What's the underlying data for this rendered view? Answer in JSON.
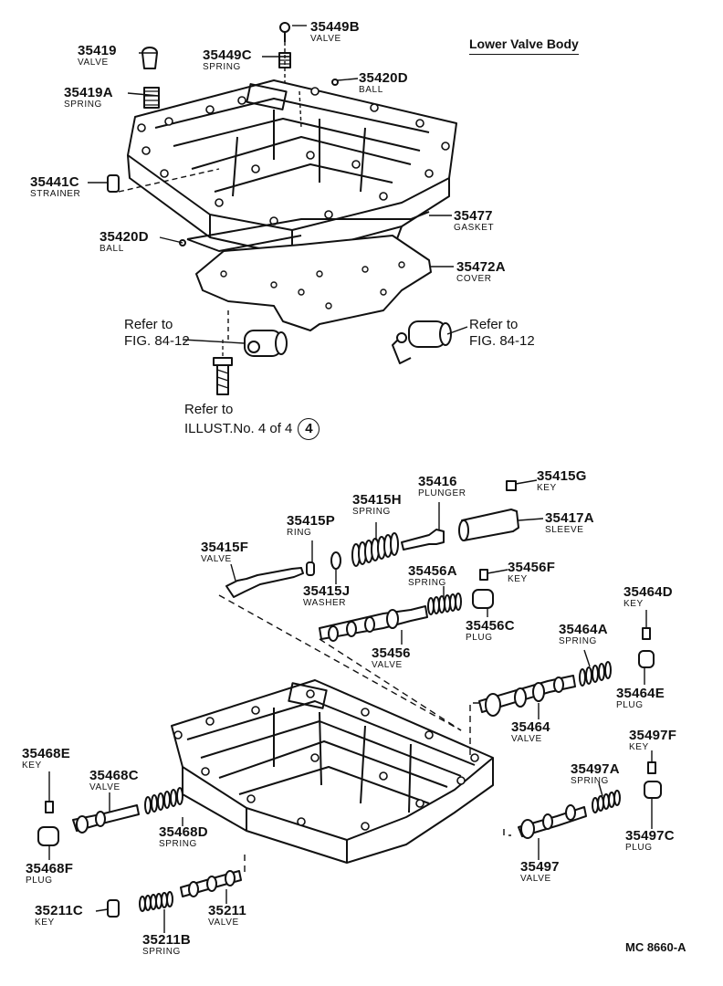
{
  "title": "Lower Valve Body",
  "code": "MC 8660-A",
  "parts": {
    "p35449B": {
      "number": "35449B",
      "name": "VALVE"
    },
    "p35419": {
      "number": "35419",
      "name": "VALVE"
    },
    "p35449C": {
      "number": "35449C",
      "name": "SPRING"
    },
    "p35420D_top": {
      "number": "35420D",
      "name": "BALL"
    },
    "p35419A": {
      "number": "35419A",
      "name": "SPRING"
    },
    "p35441C": {
      "number": "35441C",
      "name": "STRAINER"
    },
    "p35477": {
      "number": "35477",
      "name": "GASKET"
    },
    "p35420D_left": {
      "number": "35420D",
      "name": "BALL"
    },
    "p35472A": {
      "number": "35472A",
      "name": "COVER"
    },
    "p35416": {
      "number": "35416",
      "name": "PLUNGER"
    },
    "p35415G": {
      "number": "35415G",
      "name": "KEY"
    },
    "p35415H": {
      "number": "35415H",
      "name": "SPRING"
    },
    "p35417A": {
      "number": "35417A",
      "name": "SLEEVE"
    },
    "p35415P": {
      "number": "35415P",
      "name": "RING"
    },
    "p35415F": {
      "number": "35415F",
      "name": "VALVE"
    },
    "p35456A": {
      "number": "35456A",
      "name": "SPRING"
    },
    "p35456F": {
      "number": "35456F",
      "name": "KEY"
    },
    "p35415J": {
      "number": "35415J",
      "name": "WASHER"
    },
    "p35464D": {
      "number": "35464D",
      "name": "KEY"
    },
    "p35456C": {
      "number": "35456C",
      "name": "PLUG"
    },
    "p35464A": {
      "number": "35464A",
      "name": "SPRING"
    },
    "p35456": {
      "number": "35456",
      "name": "VALVE"
    },
    "p35464E": {
      "number": "35464E",
      "name": "PLUG"
    },
    "p35464": {
      "number": "35464",
      "name": "VALVE"
    },
    "p35497F": {
      "number": "35497F",
      "name": "KEY"
    },
    "p35468E": {
      "number": "35468E",
      "name": "KEY"
    },
    "p35468C": {
      "number": "35468C",
      "name": "VALVE"
    },
    "p35497A": {
      "number": "35497A",
      "name": "SPRING"
    },
    "p35468D": {
      "number": "35468D",
      "name": "SPRING"
    },
    "p35497C": {
      "number": "35497C",
      "name": "PLUG"
    },
    "p35468F": {
      "number": "35468F",
      "name": "PLUG"
    },
    "p35497": {
      "number": "35497",
      "name": "VALVE"
    },
    "p35211C": {
      "number": "35211C",
      "name": "KEY"
    },
    "p35211": {
      "number": "35211",
      "name": "VALVE"
    },
    "p35211B": {
      "number": "35211B",
      "name": "SPRING"
    }
  },
  "refs": {
    "left_line1": "Refer to",
    "left_line2": "FIG. 84-12",
    "right_line1": "Refer to",
    "right_line2": "FIG. 84-12",
    "bottom_line1": "Refer to",
    "bottom_line2": "ILLUST.No. 4 of 4",
    "bottom_circle": "4"
  }
}
